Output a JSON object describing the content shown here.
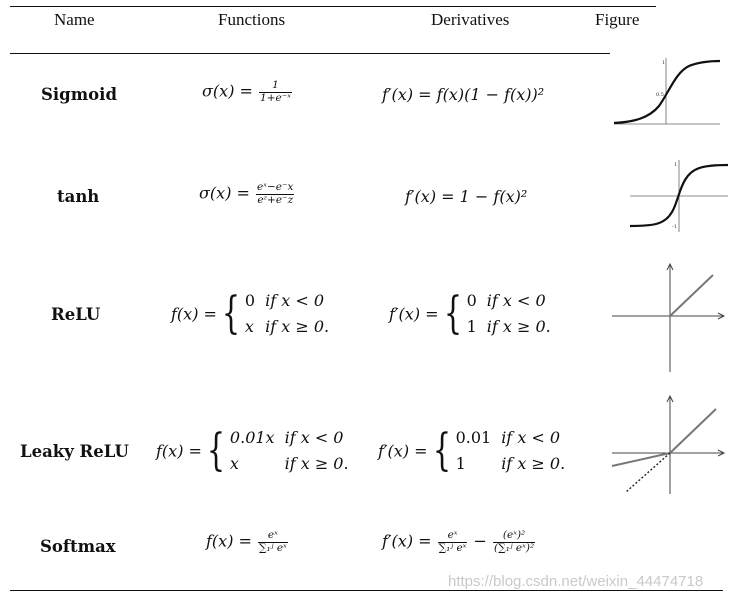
{
  "headers": {
    "name": "Name",
    "functions": "Functions",
    "derivatives": "Derivatives",
    "figure": "Figure"
  },
  "rows": [
    {
      "name": "Sigmoid",
      "function": {
        "lhs": "σ(x) =",
        "num": "1",
        "den": "1+e⁻ˣ"
      },
      "derivative": "f′(x) = f(x)(1 − f(x))²",
      "figure": {
        "type": "sigmoid",
        "tick_label": "0.5",
        "top_tick": "1"
      }
    },
    {
      "name": "tanh",
      "function": {
        "lhs": "σ(x) =",
        "num": "eˣ−e⁻x",
        "den": "eᶻ+e⁻z"
      },
      "derivative": "f′(x) = 1 − f(x)²",
      "figure": {
        "type": "tanh",
        "top_tick": "1",
        "bottom_tick": "-1"
      }
    },
    {
      "name": "ReLU",
      "function": {
        "lhs": "f(x) =",
        "case1_val": "0",
        "case1_cond": "if x < 0",
        "case2_val": "x",
        "case2_cond": "if x ≥ 0."
      },
      "derivative": {
        "lhs": "f′(x) =",
        "case1_val": "0",
        "case1_cond": "if x < 0",
        "case2_val": "1",
        "case2_cond": "if x ≥ 0."
      },
      "figure": {
        "type": "relu"
      }
    },
    {
      "name": "Leaky ReLU",
      "function": {
        "lhs": "f(x) =",
        "case1_val": "0.01x",
        "case1_cond": "if x < 0",
        "case2_val": "x",
        "case2_cond": "if x ≥ 0."
      },
      "derivative": {
        "lhs": "f′(x) =",
        "case1_val": "0.01",
        "case1_cond": "if x < 0",
        "case2_val": "1",
        "case2_cond": "if x ≥ 0."
      },
      "figure": {
        "type": "leaky-relu"
      }
    },
    {
      "name": "Softmax",
      "function": {
        "lhs": "f(x) =",
        "num": "eˣ",
        "den": "∑₁ʲ eˣ"
      },
      "derivative": {
        "lhs": "f′(x) =",
        "num1": "eˣ",
        "den1": "∑₁ʲ eˣ",
        "op": "−",
        "num2": "(eˣ)²",
        "den2": "(∑₁ʲ eˣ)²"
      },
      "figure": {
        "type": "none"
      }
    }
  ],
  "watermark": "https://blog.csdn.net/weixin_44474718"
}
